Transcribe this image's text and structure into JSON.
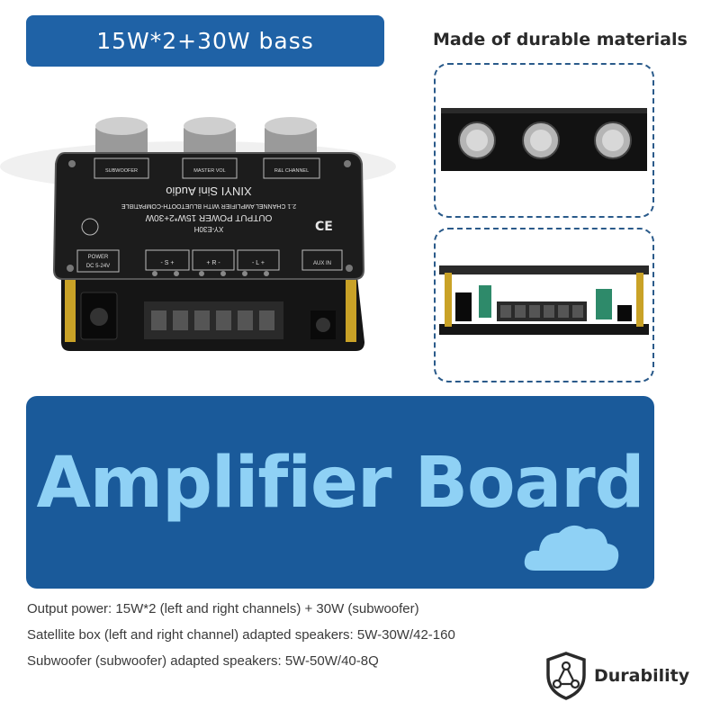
{
  "header": {
    "badge": "15W*2+30W bass",
    "materials_title": "Made of durable materials"
  },
  "board": {
    "brand": "XINYI Sini Audio",
    "line1": "2.1 CHANNEL AMPLIFIER WITH BLUETOOTH-COMPATIBLE",
    "line2": "OUTPUT POWER 15W*2+30W",
    "model": "XY-E30H",
    "knob_labels": [
      "SUBWOOFER",
      "MASTER VOL",
      "R&L CHANNEL"
    ],
    "power_label": "POWER",
    "power_spec": "DC 5-24V",
    "terminal_labels": [
      "- S +",
      "+ R -",
      "- L +"
    ],
    "aux_label": "AUX IN",
    "ce_mark": "CE"
  },
  "banner": {
    "title": "Amplifier Board"
  },
  "specs": [
    "Output power: 15W*2 (left and right channels) + 30W (subwoofer)",
    "Satellite box (left and right channel) adapted speakers: 5W-30W/42-160",
    "Subwoofer (subwoofer) adapted speakers: 5W-50W/40-8Q"
  ],
  "badge_durability": {
    "label": "Durability",
    "icon": "shield-network-icon"
  },
  "colors": {
    "accent_dark": "#1a5a9a",
    "accent_light": "#8fd1f5",
    "badge_blue": "#1f62a6",
    "frame_dashes": "#2a5a8a"
  }
}
